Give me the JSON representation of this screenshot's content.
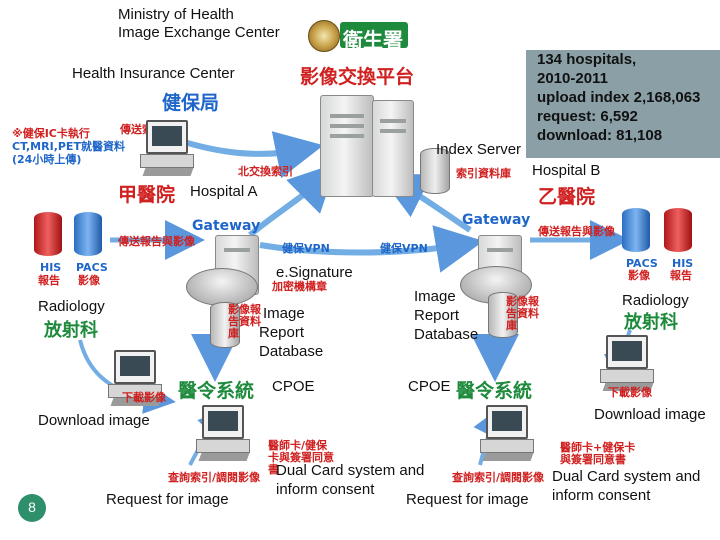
{
  "header": {
    "line1": "Ministry of Health",
    "line2": "Image Exchange Center",
    "logo_text": "衛生署"
  },
  "platform": {
    "title_cn": "影像交換平台",
    "index_server": "Index Server",
    "index_db_cn": "索引資料庫",
    "north_index_cn": "北交換索引"
  },
  "stats": {
    "line1": "134 hospitals,",
    "line2": "2010-2011",
    "line3": "upload index 2,168,063",
    "line4": "request: 6,592",
    "line5": "download: 81,108"
  },
  "insurance": {
    "label": "Health Insurance Center",
    "title_cn": "健保局",
    "note_line1": "※健保IC卡執行",
    "note_line2": "CT,MRI,PET就醫資料",
    "note_line3": "(24小時上傳)",
    "send_index_cn": "傳送索引"
  },
  "hospital_a": {
    "label": "Hospital A",
    "title_cn": "甲醫院",
    "gateway": "Gateway",
    "send_cn": "傳送報告與影像",
    "vpn_cn": "健保VPN",
    "esig": "e.Signature",
    "esig_cn": "加密機構章",
    "his": "HIS",
    "his_cn": "報告",
    "pacs": "PACS",
    "pacs_cn": "影像",
    "radiology": "Radiology",
    "radiology_cn": "放射科",
    "db_line1": "Image",
    "db_line2": "Report",
    "db_line3": "Database",
    "db_cn": "影像報告資料庫",
    "cpoe": "CPOE",
    "cpoe_cn": "醫令系統",
    "download_cn": "下載影像",
    "download": "Download image",
    "request": "Request for image",
    "query_cn": "查詢索引/調閱影像",
    "dual": "Dual Card system and",
    "consent": "inform consent",
    "card_cn": "醫師卡/健保卡與簽署同意書"
  },
  "hospital_b": {
    "label": "Hospital B",
    "title_cn": "乙醫院",
    "gateway": "Gateway",
    "send_cn": "傳送報告與影像",
    "vpn_cn": "健保VPN",
    "pacs": "PACS",
    "pacs_cn": "影像",
    "his": "HIS",
    "his_cn": "報告",
    "radiology": "Radiology",
    "radiology_cn": "放射科",
    "db_line1": "Image",
    "db_line2": "Report",
    "db_line3": "Database",
    "db_cn": "影像報告資料庫",
    "cpoe": "CPOE",
    "cpoe_cn": "醫令系統",
    "download_cn": "下載影像",
    "download": "Download image",
    "request": "Request for image",
    "query_cn": "查詢索引/調閱影像",
    "dual": "Dual Card system and",
    "consent": "inform consent",
    "card_cn": "醫師卡+健保卡與簽署同意書"
  },
  "page_number": "8",
  "colors": {
    "cn_blue": "#1f66c8",
    "cn_red": "#d02020",
    "cn_green": "#1e8a3c",
    "stats_box": "#8aa0a6",
    "arrow_blue": "#5aa0e0",
    "page_badge": "#2f8f6a"
  }
}
